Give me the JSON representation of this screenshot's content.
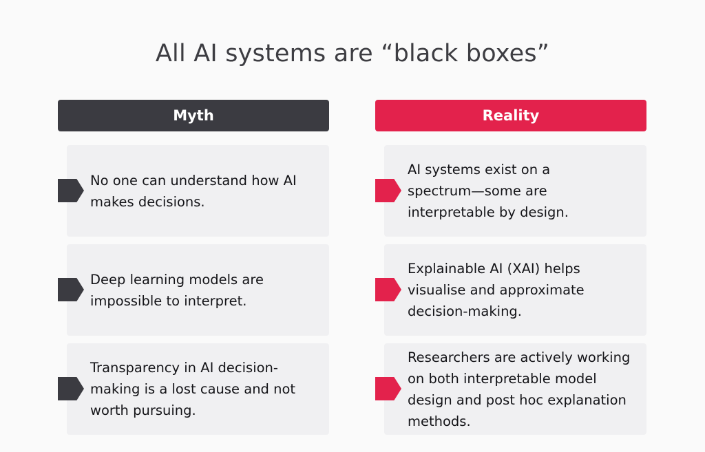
{
  "title": "All AI systems are “black boxes”",
  "columns": {
    "myth": {
      "label": "Myth",
      "color": "#3b3b41"
    },
    "reality": {
      "label": "Reality",
      "color": "#e3224c"
    }
  },
  "rows": [
    {
      "myth": "No one can understand how AI makes decisions.",
      "reality": "AI systems exist on a spectrum—some are interpretable by design."
    },
    {
      "myth": "Deep learning models are impossible to interpret.",
      "reality": "Explainable AI (XAI) helps visualise and approximate decision-making."
    },
    {
      "myth": "Transparency in AI decision-making is a lost cause and not worth pursuing.",
      "reality": "Researchers are actively working on both interpretable model design and post hoc explanation methods."
    }
  ]
}
